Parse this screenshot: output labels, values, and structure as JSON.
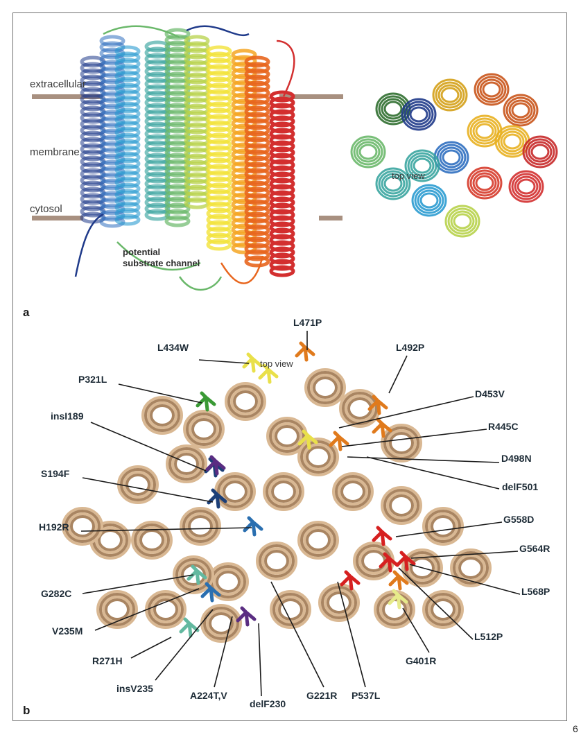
{
  "panel_a": {
    "letter": "a",
    "extracellular": "extracellular",
    "membrane": "membrane",
    "cytosol": "cytosol",
    "top_view": "top view",
    "channel_line1": "potential",
    "channel_line2": "substrate channel"
  },
  "panel_b": {
    "letter": "b",
    "top_view": "top view",
    "mutations": {
      "L434W": "L434W",
      "L471P": "L471P",
      "L492P": "L492P",
      "P321L": "P321L",
      "D453V": "D453V",
      "R445C": "R445C",
      "insI189": "insI189",
      "D498N": "D498N",
      "S194F": "S194F",
      "delF501": "delF501",
      "G558D": "G558D",
      "H192R": "H192R",
      "G564R": "G564R",
      "G282C": "G282C",
      "L568P": "L568P",
      "V235M": "V235M",
      "L512P": "L512P",
      "R271H": "R271H",
      "G401R": "G401R",
      "insV235": "insV235",
      "A224TV": "A224T,V",
      "delF230": "delF230",
      "G221R": "G221R",
      "P537L": "P537L"
    }
  },
  "edge_mark": "6",
  "colors": {
    "membrane_bar": "#a89080",
    "helix_tan": "#d9b893",
    "helix_tan_dark": "#a98562",
    "rainbow": [
      "#1f3a8a",
      "#2f6fc0",
      "#2a9bd0",
      "#3aa5a0",
      "#6ab86a",
      "#b7d24a",
      "#f2e23a",
      "#f5a623",
      "#e8661e",
      "#d32f2f"
    ],
    "res_yellow": "#e9e04a",
    "res_orange": "#e07a1c",
    "res_green": "#3a9a35",
    "res_navy": "#1c3f78",
    "res_blue": "#2a6fb0",
    "res_teal": "#63b9a0",
    "res_red": "#d62020",
    "res_purple": "#5a2d82",
    "res_paleyellow": "#e6ea8a"
  }
}
